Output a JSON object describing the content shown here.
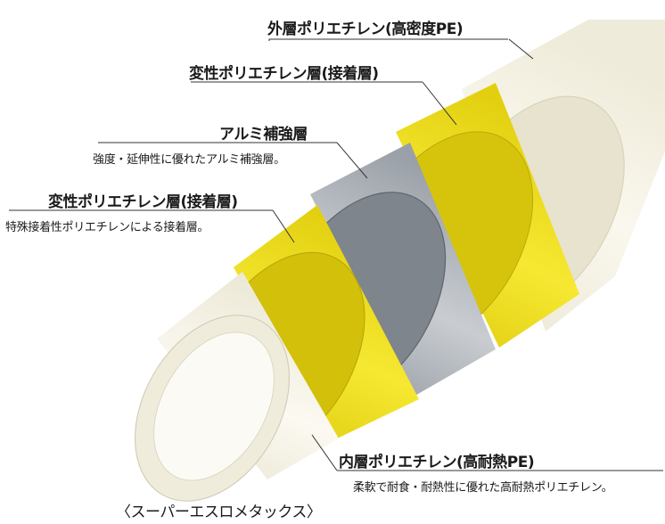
{
  "layers": [
    {
      "title": "外層ポリエチレン(高密度PE)",
      "description": ""
    },
    {
      "title": "変性ポリエチレン層(接着層)",
      "description": ""
    },
    {
      "title": "アルミ補強層",
      "description": "強度・延伸性に優れたアルミ補強層。"
    },
    {
      "title": "変性ポリエチレン層(接着層)",
      "description": "特殊接着性ポリエチレンによる接着層。"
    },
    {
      "title": "内層ポリエチレン(高耐熱PE)",
      "description": "柔軟で耐食・耐熱性に優れた高耐熱ポリエチレン。"
    }
  ],
  "caption": "〈スーパーエスロメタックス〉",
  "colors": {
    "outer_pe": "#f4f1e4",
    "adhesive": "#f1e21c",
    "aluminum": "#a4aab1",
    "inner_pe": "#f6f3e7",
    "line": "#333333"
  }
}
